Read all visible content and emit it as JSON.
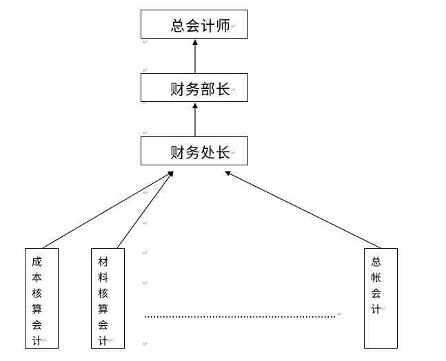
{
  "diagram": {
    "type": "org-chart",
    "nodes": {
      "chief_accountant": "总会计师",
      "finance_minister": "财务部长",
      "finance_director": "财务处长",
      "cost_accountant": [
        "成",
        "本",
        "核",
        "算",
        "会",
        "计"
      ],
      "material_accountant": [
        "材",
        "料",
        "核",
        "算",
        "会",
        "计"
      ],
      "general_ledger_accountant": [
        "总",
        "帐",
        "会",
        "计"
      ]
    },
    "edges": [
      {
        "from": "finance_minister",
        "to": "chief_accountant"
      },
      {
        "from": "finance_director",
        "to": "finance_minister"
      },
      {
        "from": "cost_accountant",
        "to": "finance_director"
      },
      {
        "from": "material_accountant",
        "to": "finance_director"
      },
      {
        "from": "general_ledger_accountant",
        "to": "finance_director"
      }
    ],
    "ellipsis": "……",
    "paragraph_mark": "↵"
  }
}
